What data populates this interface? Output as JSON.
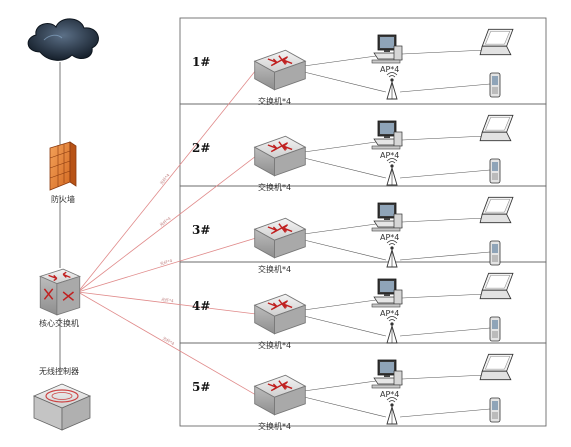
{
  "left": {
    "firewall_label": "防火墙",
    "core_switch_label": "核心交换机",
    "wireless_controller_label": "无线控制器"
  },
  "floors": [
    {
      "label": "1#",
      "switch_label": "交换机*4",
      "ap_label": "AP*4"
    },
    {
      "label": "2#",
      "switch_label": "交换机*4",
      "ap_label": "AP*4"
    },
    {
      "label": "3#",
      "switch_label": "交换机*4",
      "ap_label": "AP*4"
    },
    {
      "label": "4#",
      "switch_label": "交换机*4",
      "ap_label": "AP*4"
    },
    {
      "label": "5#",
      "switch_label": "交换机*4",
      "ap_label": "AP*4"
    }
  ],
  "fiber_labels": [
    "光纤*4",
    "光纤*4",
    "光纤*4",
    "光纤*4",
    "光纤*4"
  ],
  "colors": {
    "uplink": "#e08a8a",
    "wire": "#555555",
    "frame": "#6a6a6a",
    "firewall": "#e8843a"
  }
}
